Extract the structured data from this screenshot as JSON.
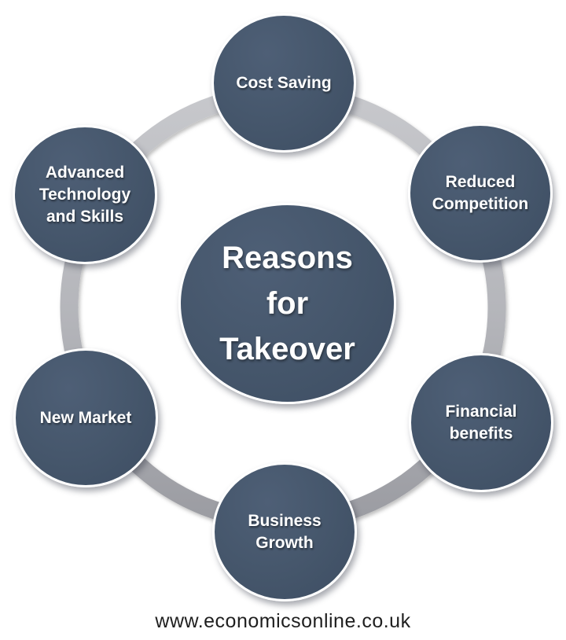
{
  "center": {
    "title": "Reasons for Takeover",
    "lines": [
      "Reasons",
      "for",
      "Takeover"
    ]
  },
  "nodes": [
    {
      "label": "Cost Saving"
    },
    {
      "label": "Reduced Competition"
    },
    {
      "label": "Financial benefits"
    },
    {
      "label": "Business Growth"
    },
    {
      "label": "New Market"
    },
    {
      "label": "Advanced Technology and Skills"
    }
  ],
  "footer": {
    "url": "www.economicsonline.co.uk"
  },
  "colors": {
    "node_fill": "#45566b",
    "node_rim": "#ffffff",
    "ring_gray": "#b5b6bb",
    "label_text": "#ffffff",
    "footer_text": "#1f1f1f",
    "background": "#ffffff"
  }
}
